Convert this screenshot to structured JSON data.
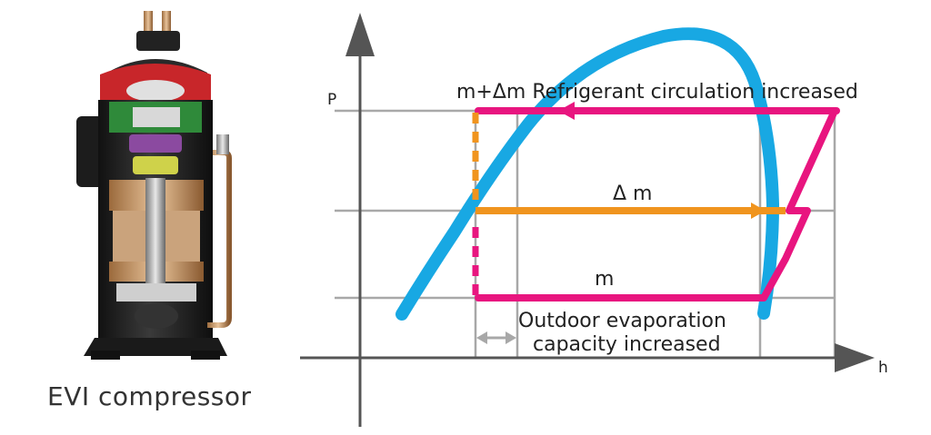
{
  "compressor": {
    "caption": "EVI compressor"
  },
  "diagram": {
    "axis_p": "P",
    "axis_h": "h",
    "label_top": "m+Δm Refrigerant circulation increased",
    "label_mid": "Δ m",
    "label_bottom": "m",
    "label_outdoor_line1": "Outdoor evaporation",
    "label_outdoor_line2": "capacity increased",
    "colors": {
      "saturation_dome": "#18a8e3",
      "cycle": "#e8157f",
      "injection": "#f0941e",
      "grid": "#a8a8a8",
      "axis": "#555555"
    }
  }
}
